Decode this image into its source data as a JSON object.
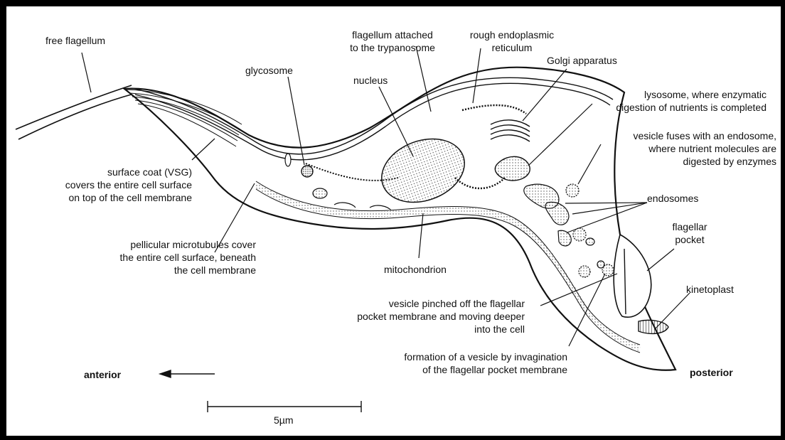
{
  "labels": {
    "free_flagellum": "free flagellum",
    "glycosome": "glycosome",
    "flagellum_attached": [
      "flagellum attached",
      "to the trypanosome"
    ],
    "rough_er": [
      "rough endoplasmic",
      "reticulum"
    ],
    "golgi": "Golgi apparatus",
    "nucleus": "nucleus",
    "lysosome": [
      "lysosome, where enzymatic",
      "digestion of nutrients is completed"
    ],
    "vesicle_fuses": [
      "vesicle fuses with an endosome,",
      "where nutrient molecules are",
      "digested by enzymes"
    ],
    "surface_coat": [
      "surface coat (VSG)",
      "covers the entire cell surface",
      "on top of the cell membrane"
    ],
    "endosomes": "endosomes",
    "flagellar_pocket": [
      "flagellar",
      "pocket"
    ],
    "pellicular": [
      "pellicular microtubules cover",
      "the entire cell surface, beneath",
      "the cell membrane"
    ],
    "mitochondrion": "mitochondrion",
    "kinetoplast": "kinetoplast",
    "vesicle_pinched": [
      "vesicle pinched off the flagellar",
      "pocket membrane and moving deeper",
      "into the cell"
    ],
    "formation": [
      "formation of a vesicle by invagination",
      "of the flagellar pocket membrane"
    ],
    "anterior": "anterior",
    "posterior": "posterior",
    "scale": "5µm"
  }
}
